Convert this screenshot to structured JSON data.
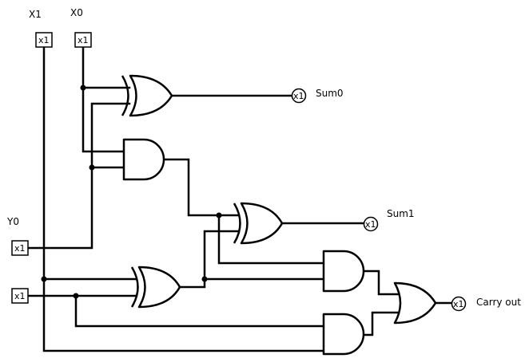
{
  "inputs": {
    "x1": {
      "label": "X1",
      "pin": "x1"
    },
    "x0": {
      "label": "X0",
      "pin": "x1"
    },
    "y0": {
      "label": "Y0",
      "pin": "x1"
    },
    "y1": {
      "pin": "x1"
    }
  },
  "outputs": {
    "sum0": {
      "label": "Sum0",
      "probe": "x1"
    },
    "sum1": {
      "label": "Sum1",
      "probe": "x1"
    },
    "carry": {
      "label": "Carry out",
      "probe": "x1"
    }
  }
}
